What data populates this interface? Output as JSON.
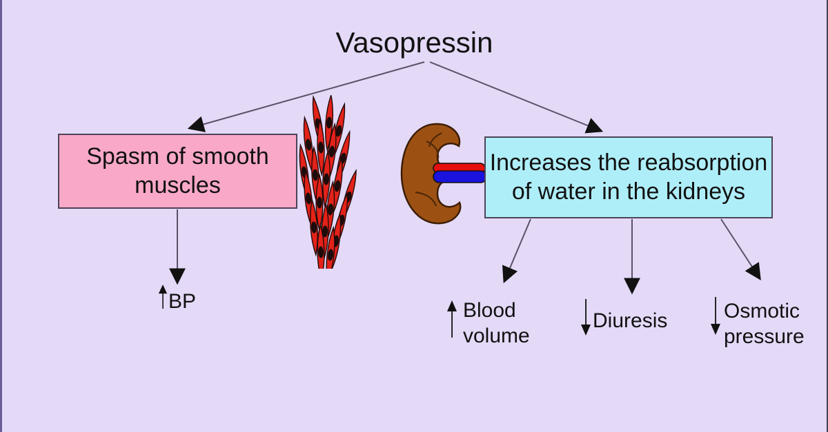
{
  "title": "Vasopressin",
  "effects": {
    "left_box": {
      "text": "Spasm of smooth muscles",
      "fill": "#f9a8c8"
    },
    "right_box": {
      "text": "Increases the reabsorption of water in the kidneys",
      "fill": "#aeeef8"
    }
  },
  "outcomes": {
    "bp": {
      "text": "BP",
      "direction": "up"
    },
    "blood_volume": {
      "text": "Blood volume",
      "direction": "up"
    },
    "diuresis": {
      "text": "Diuresis",
      "direction": "down"
    },
    "osmotic_pressure": {
      "text": "Osmotic pressure",
      "direction": "down"
    }
  },
  "illustrations": {
    "muscle_cells": {
      "name": "smooth-muscle-cells",
      "cell_fill": "#e32219",
      "cell_outline": "#200a0a",
      "nucleus_fill": "#1c0b0b"
    },
    "kidney": {
      "name": "kidney",
      "body_fill": "#9c5113",
      "body_outline": "#3c1d05",
      "artery_fill": "#e60f0f",
      "vein_fill": "#1a12dd"
    }
  },
  "colors": {
    "background": "#e4d9f7",
    "connector_line": "#5a5268",
    "arrowhead": "#111111",
    "text": "#111111",
    "box_border": "#4d4357"
  }
}
